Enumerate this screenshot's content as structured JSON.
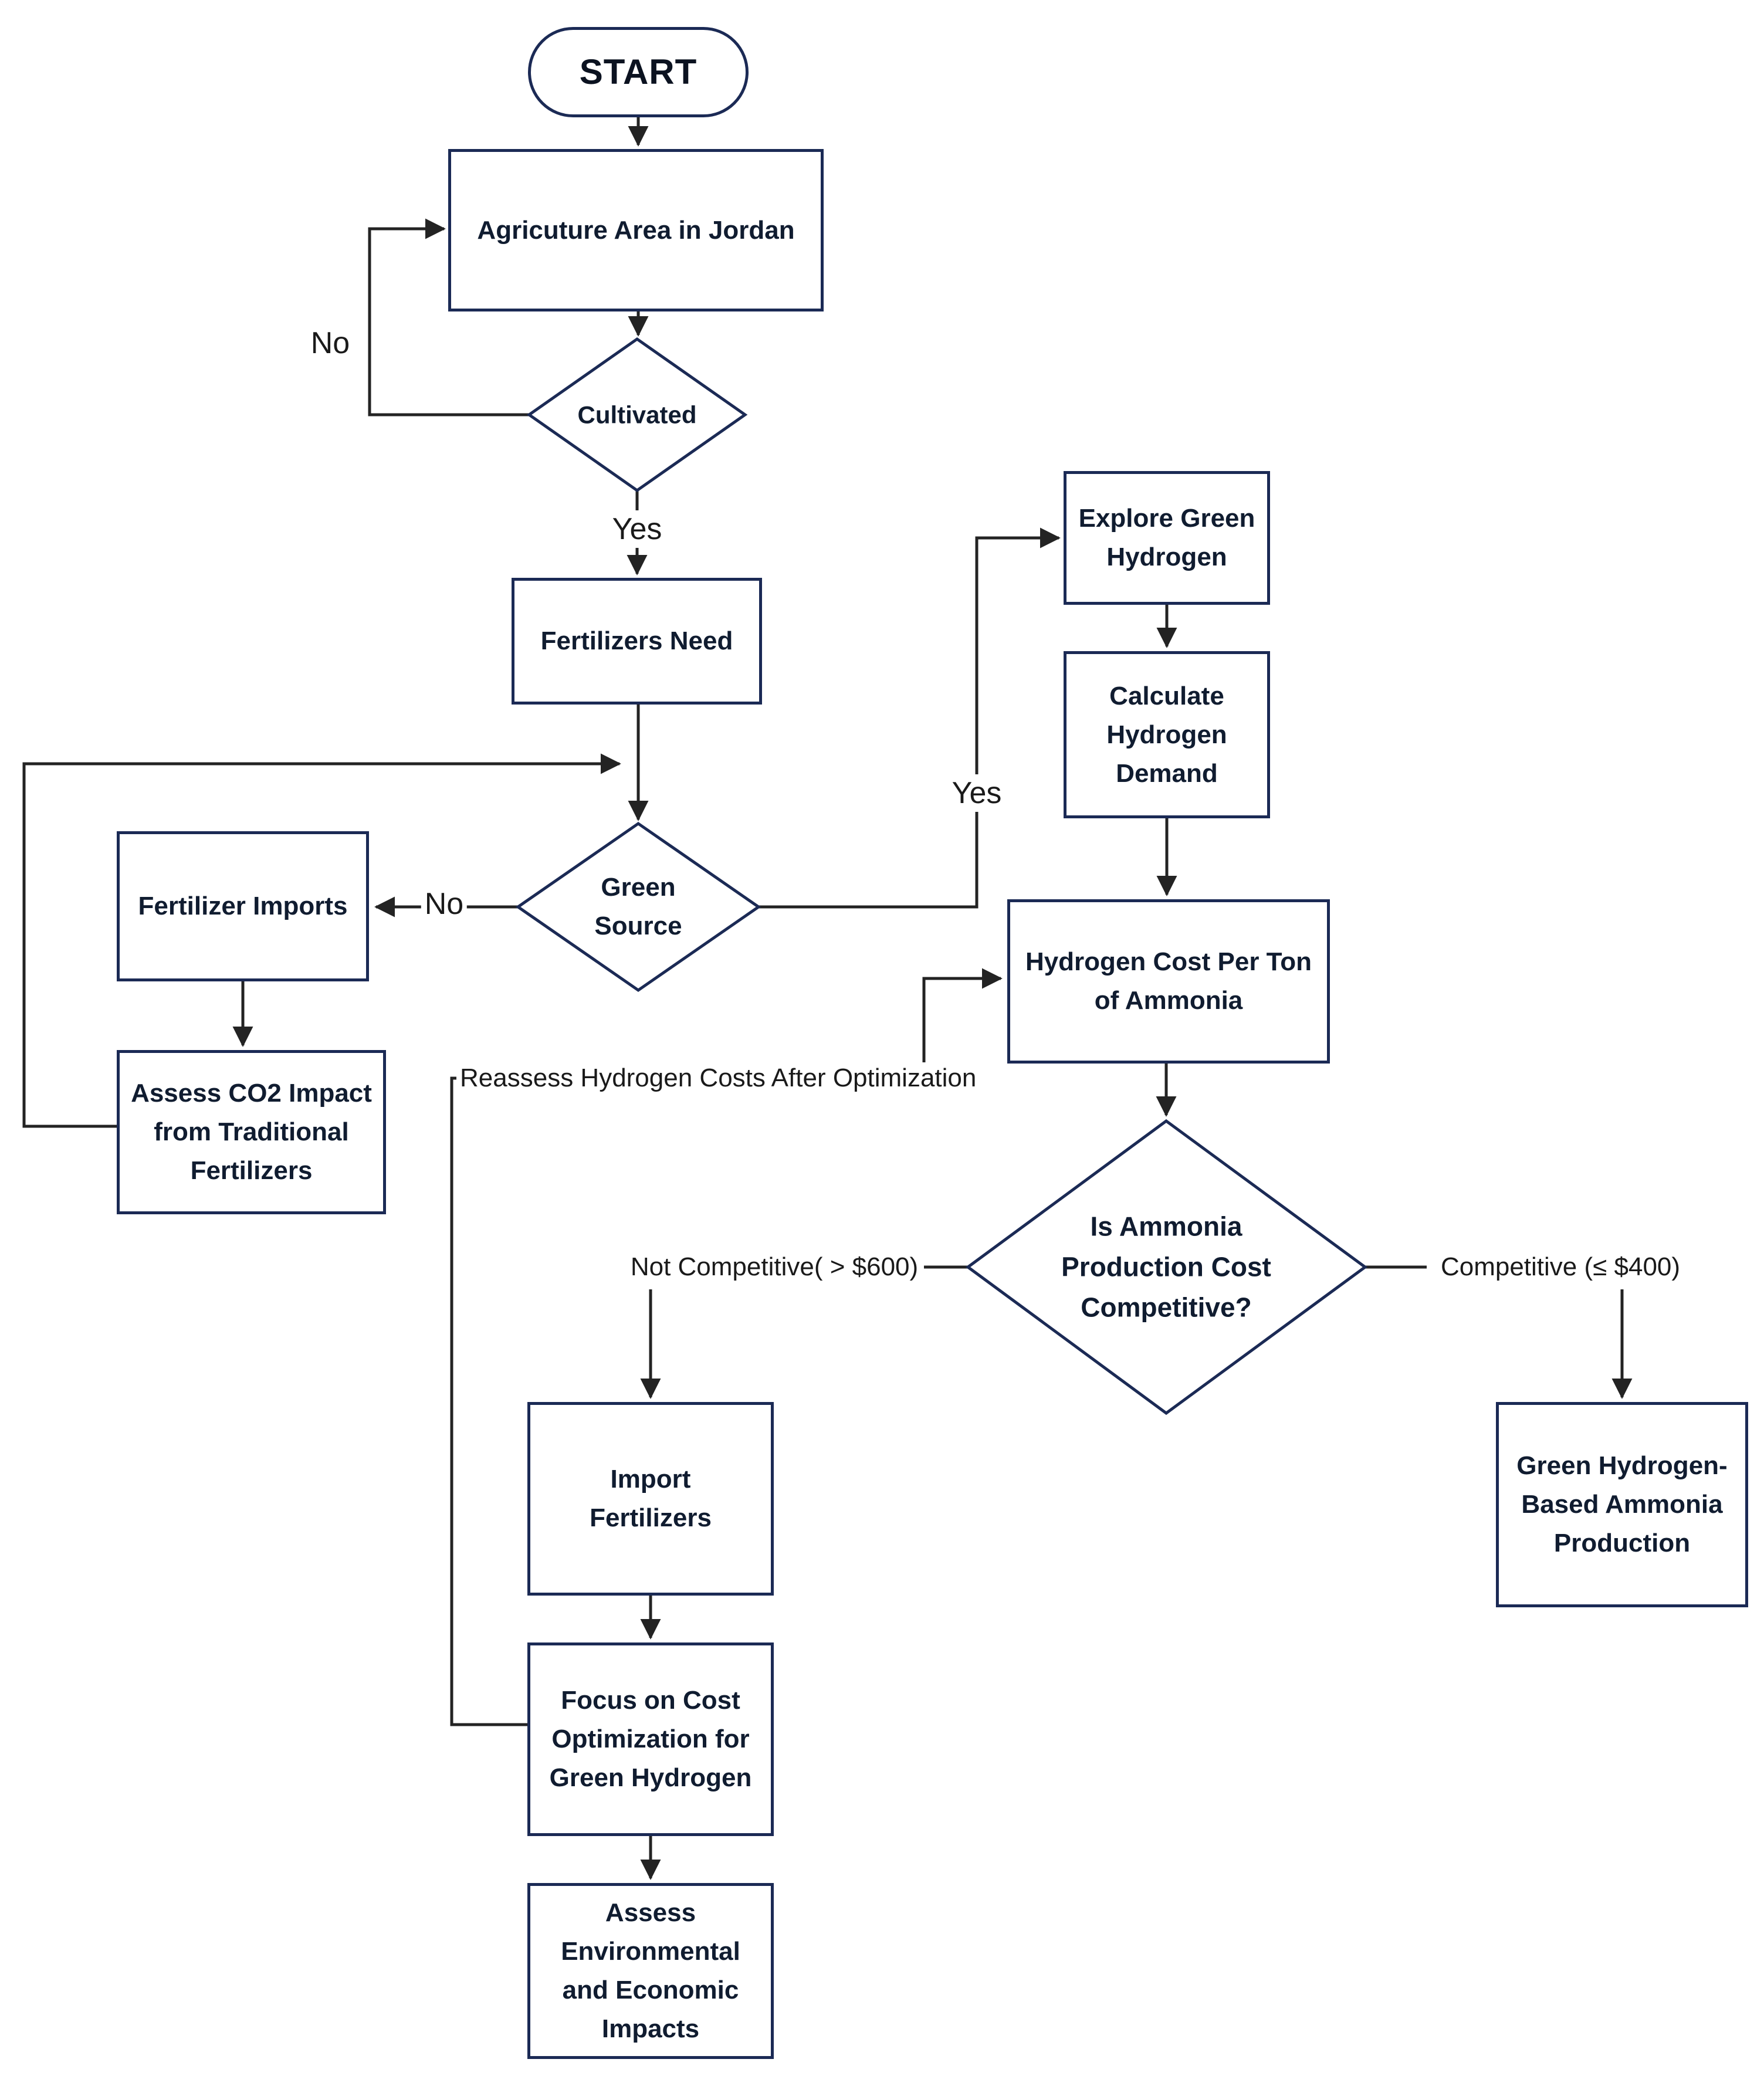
{
  "diagram": {
    "type": "flowchart",
    "topic": "Green hydrogen-based ammonia production decision flow for Jordan agriculture"
  },
  "colors": {
    "background": "#ffffff",
    "node_border": "#1b2a55",
    "node_fill": "#ffffff",
    "node_text": "#101c30",
    "edge_line": "#232323",
    "edge_label_text": "#1a1a1a"
  },
  "nodes": {
    "start": {
      "type": "terminator",
      "label": "START"
    },
    "agriculture_area": {
      "type": "process",
      "label": "Agricuture Area in Jordan"
    },
    "cultivated": {
      "type": "decision",
      "label": "Cultivated"
    },
    "fertilizers_need": {
      "type": "process",
      "label": "Fertilizers Need"
    },
    "green_source": {
      "type": "decision",
      "label": "Green\nSource"
    },
    "fertilizer_imports": {
      "type": "process",
      "label": "Fertilizer Imports"
    },
    "assess_co2": {
      "type": "process",
      "label": "Assess CO2 Impact\nfrom Traditional\nFertilizers"
    },
    "explore_green_hydrogen": {
      "type": "process",
      "label": "Explore Green\nHydrogen"
    },
    "calculate_hydrogen_demand": {
      "type": "process",
      "label": "Calculate\nHydrogen\nDemand"
    },
    "hydrogen_cost": {
      "type": "process",
      "label": "Hydrogen Cost Per Ton\nof Ammonia"
    },
    "ammonia_competitive": {
      "type": "decision",
      "label": "Is Ammonia\nProduction Cost\nCompetitive?"
    },
    "import_fertilizers": {
      "type": "process",
      "label": "Import\nFertilizers"
    },
    "focus_cost_optimization": {
      "type": "process",
      "label": "Focus on Cost\nOptimization for\nGreen Hydrogen"
    },
    "assess_impacts": {
      "type": "process",
      "label": "Assess\nEnvironmental\nand Economic\nImpacts"
    },
    "green_ammonia_production": {
      "type": "process",
      "label": "Green Hydrogen-\nBased Ammonia\nProduction"
    }
  },
  "edge_labels": {
    "cultivated_no": "No",
    "cultivated_yes": "Yes",
    "green_source_no": "No",
    "green_source_yes": "Yes",
    "not_competitive": "Not Competitive( > $600)",
    "competitive": "Competitive (≤ $400)",
    "reassess": "Reassess Hydrogen Costs After Optimization"
  }
}
